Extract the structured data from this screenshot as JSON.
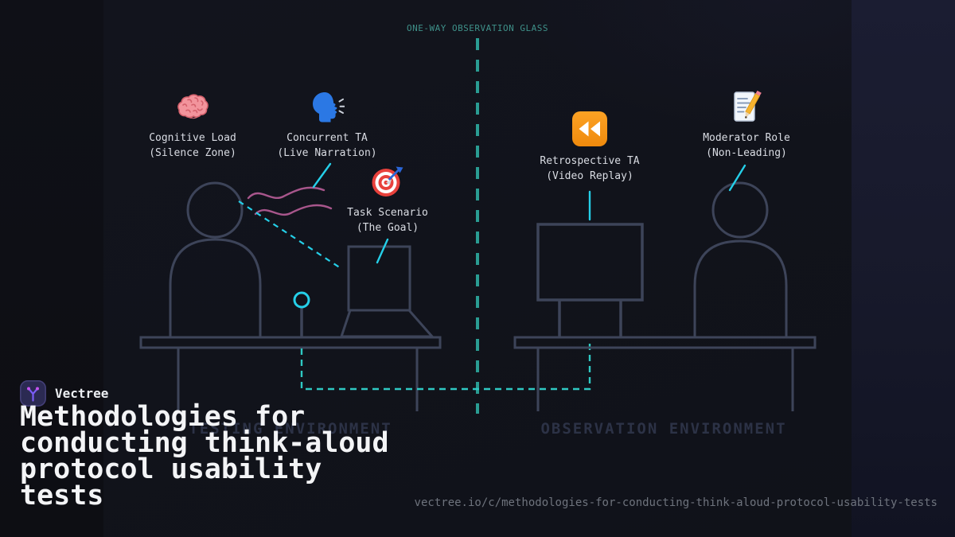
{
  "brand": {
    "name": "Vectree"
  },
  "title": {
    "text": "Methodologies for conducting think-aloud protocol usability tests"
  },
  "footer": {
    "url": "vectree.io/c/methodologies-for-conducting-think-aloud-protocol-usability-tests"
  },
  "diagram": {
    "glass_label": "ONE-WAY OBSERVATION GLASS",
    "testing_env_label": "TESTING ENVIRONMENT",
    "observation_env_label": "OBSERVATION ENVIRONMENT",
    "annotations": {
      "cognitive_load": {
        "icon": "brain-icon",
        "line1": "Cognitive Load",
        "line2": "(Silence Zone)"
      },
      "concurrent_ta": {
        "icon": "speaking-head-icon",
        "line1": "Concurrent TA",
        "line2": "(Live Narration)"
      },
      "task_scenario": {
        "icon": "target-icon",
        "line1": "Task Scenario",
        "line2": "(The Goal)"
      },
      "retrospective_ta": {
        "icon": "rewind-icon",
        "line1": "Retrospective TA",
        "line2": "(Video Replay)"
      },
      "moderator_role": {
        "icon": "memo-icon",
        "line1": "Moderator Role",
        "line2": "(Non-Leading)"
      }
    },
    "colors": {
      "accent_cyan": "#25cfe8",
      "glass_teal": "#2a9d93",
      "wave_pink": "#a8568c",
      "outline_slate": "#3d4459",
      "label_text": "#dadde4",
      "ghost_text": "#2c3246",
      "rewind_orange": "#f7941d",
      "brand_purple": "#7a5cf5",
      "title_text": "#f3f4f6"
    }
  }
}
